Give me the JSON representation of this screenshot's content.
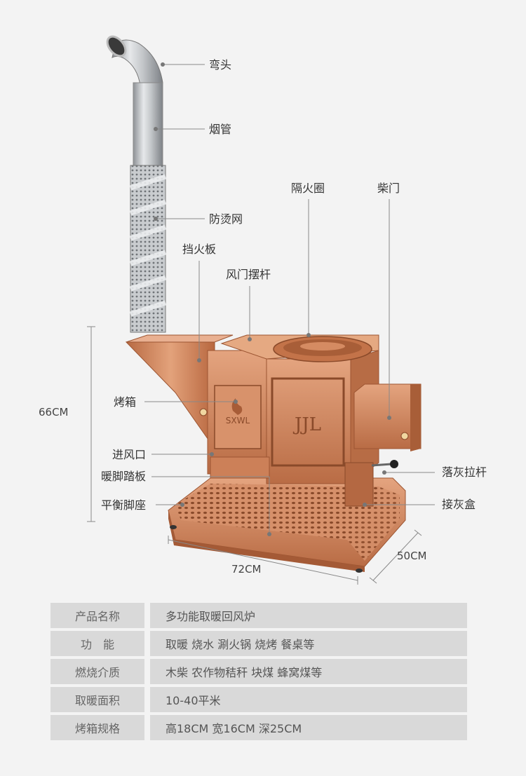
{
  "callouts": {
    "elbow": "弯头",
    "chimney_pipe": "烟管",
    "anti_scald_mesh": "防烫网",
    "fire_ring": "隔火圈",
    "wood_door": "柴门",
    "baffle": "挡火板",
    "damper_lever": "风门摆杆",
    "oven": "烤箱",
    "air_inlet": "进风口",
    "foot_pedal": "暖脚踏板",
    "balance_base": "平衡脚座",
    "ash_lever": "落灰拉杆",
    "ash_box": "接灰盒"
  },
  "dimensions": {
    "height": "66CM",
    "width": "72CM",
    "depth": "50CM"
  },
  "stove_badge": {
    "brand": "SXWL",
    "emblem": "JJL"
  },
  "specs": [
    {
      "key": "产品名称",
      "value": "多功能取暖回风炉"
    },
    {
      "key": "功　能",
      "value": "取暖 烧水 涮火锅 烧烤 餐桌等"
    },
    {
      "key": "燃烧介质",
      "value": "木柴 农作物秸秆 块煤 蜂窝煤等"
    },
    {
      "key": "取暖面积",
      "value": "10-40平米"
    },
    {
      "key": "烤箱规格",
      "value": "高18CM 宽16CM 深25CM"
    }
  ],
  "colors": {
    "copper": "#c9794f",
    "copper_dark": "#9c5532",
    "copper_light": "#e5a27a",
    "steel": "#b9bcc0",
    "background": "#f3f3f3",
    "table_cell": "#d9d9d9"
  }
}
